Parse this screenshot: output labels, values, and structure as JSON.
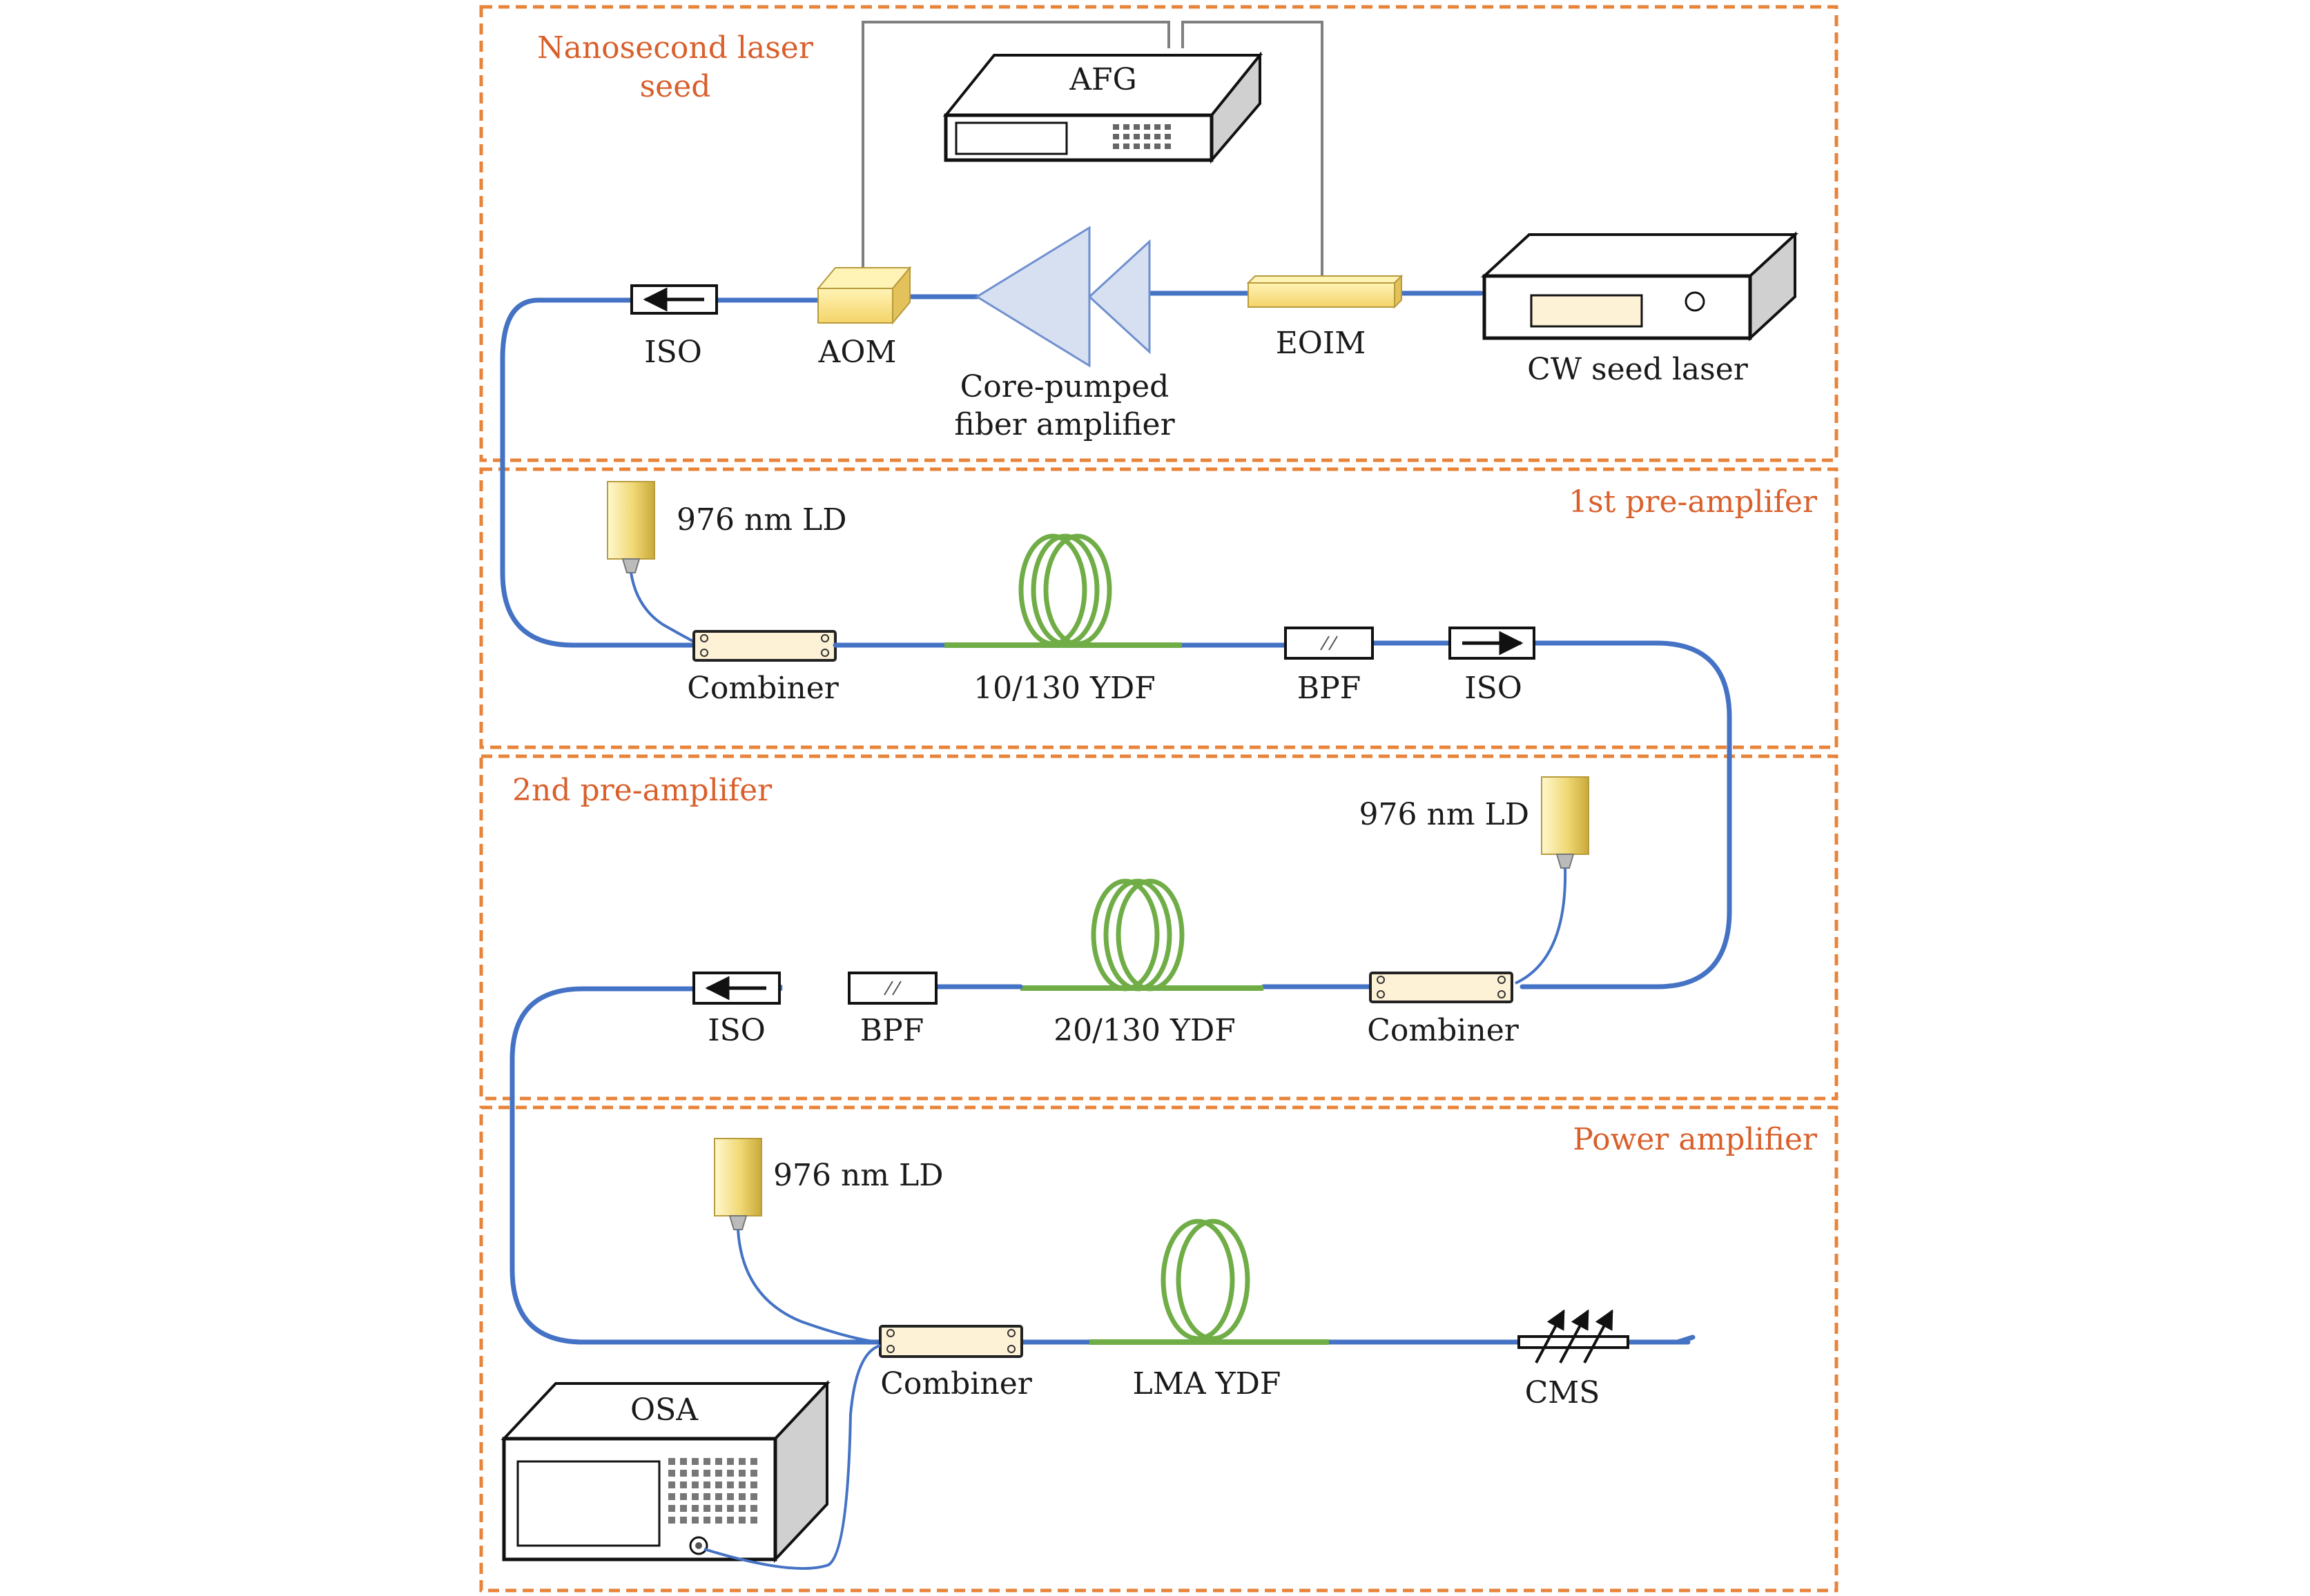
{
  "sections": {
    "seed": "Nanosecond laser seed",
    "pre1": "1st pre-amplifer",
    "pre2": "2nd pre-amplifer",
    "power": "Power amplifier"
  },
  "components": {
    "afg": "AFG",
    "iso": "ISO",
    "aom": "AOM",
    "core_amp_line1": "Core-pumped",
    "core_amp_line2": "fiber amplifier",
    "eoim": "EOIM",
    "cw_seed": "CW seed laser",
    "ld": "976 nm LD",
    "combiner": "Combiner",
    "ydf1": "10/130 YDF",
    "bpf": "BPF",
    "ydf2": "20/130 YDF",
    "ydf3": "LMA YDF",
    "cms": "CMS",
    "osa": "OSA"
  },
  "colors": {
    "fiber": "#4472c4",
    "ydf": "#70ad47",
    "stage_border": "#e8833a",
    "section_text": "#d95f2b",
    "ld": "#f3e08a",
    "combiner": "#fdf1d6"
  }
}
